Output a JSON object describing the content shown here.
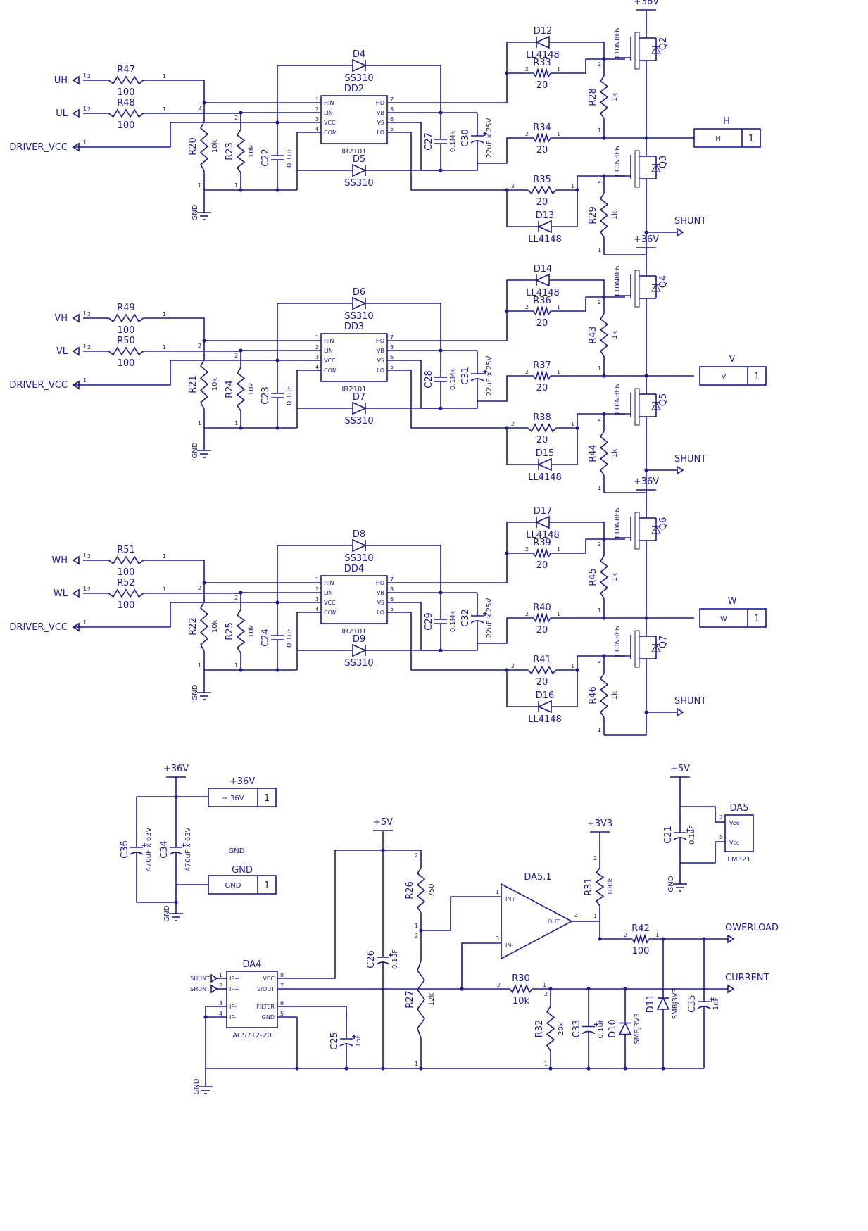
{
  "nets": {
    "uh": "UH",
    "ul": "UL",
    "vh": "VH",
    "vl": "VL",
    "wh": "WH",
    "wl": "WL",
    "driver_vcc": "DRIVER_VCC",
    "gnd": "GND",
    "shunt": "SHUNT",
    "v36": "+36V",
    "v5": "+5V",
    "v3v3": "+3V3",
    "overload": "OWERLOAD",
    "current": "CURRENT"
  },
  "stages": [
    {
      "r_hi": {
        "ref": "R47",
        "val": "100"
      },
      "r_lo": {
        "ref": "R48",
        "val": "100"
      },
      "r_pd1": {
        "ref": "R20",
        "val": "10k"
      },
      "r_pd2": {
        "ref": "R23",
        "val": "10k"
      },
      "c_vcc": {
        "ref": "C22",
        "val": "0.1uF"
      },
      "d_boot": {
        "ref": "D4",
        "val": "SS310"
      },
      "d_lo": {
        "ref": "D5",
        "val": "SS310"
      },
      "ic": {
        "ref": "DD2",
        "val": "IR2101"
      },
      "c_b1": {
        "ref": "C27",
        "val": "0.1Mk"
      },
      "c_b2": {
        "ref": "C30",
        "val": "22uF x 25V"
      },
      "d_hg": {
        "ref": "D12",
        "val": "LL4148"
      },
      "r_hg": {
        "ref": "R33",
        "val": "20"
      },
      "r_out": {
        "ref": "R34",
        "val": "20"
      },
      "r_lg": {
        "ref": "R35",
        "val": "20"
      },
      "d_lg": {
        "ref": "D13",
        "val": "LL4148"
      },
      "r_pgh": {
        "ref": "R28",
        "val": "1k"
      },
      "r_pgl": {
        "ref": "R29",
        "val": "1k"
      },
      "q_hi": {
        "ref": "Q2",
        "val": "110N8F6"
      },
      "q_lo": {
        "ref": "Q3",
        "val": "110N8F6"
      },
      "conn": {
        "ref": "H",
        "label": "H",
        "pin": "1"
      }
    },
    {
      "r_hi": {
        "ref": "R49",
        "val": "100"
      },
      "r_lo": {
        "ref": "R50",
        "val": "100"
      },
      "r_pd1": {
        "ref": "R21",
        "val": "10k"
      },
      "r_pd2": {
        "ref": "R24",
        "val": "10k"
      },
      "c_vcc": {
        "ref": "C23",
        "val": "0.1uF"
      },
      "d_boot": {
        "ref": "D6",
        "val": "SS310"
      },
      "d_lo": {
        "ref": "D7",
        "val": "SS310"
      },
      "ic": {
        "ref": "DD3",
        "val": "IR2101"
      },
      "c_b1": {
        "ref": "C28",
        "val": "0.1Mk"
      },
      "c_b2": {
        "ref": "C31",
        "val": "22uF x 25V"
      },
      "d_hg": {
        "ref": "D14",
        "val": "LL4148"
      },
      "r_hg": {
        "ref": "R36",
        "val": "20"
      },
      "r_out": {
        "ref": "R37",
        "val": "20"
      },
      "r_lg": {
        "ref": "R38",
        "val": "20"
      },
      "d_lg": {
        "ref": "D15",
        "val": "LL4148"
      },
      "r_pgh": {
        "ref": "R43",
        "val": "1k"
      },
      "r_pgl": {
        "ref": "R44",
        "val": "1k"
      },
      "q_hi": {
        "ref": "Q4",
        "val": "110N8F6"
      },
      "q_lo": {
        "ref": "Q5",
        "val": "110N8F6"
      },
      "conn": {
        "ref": "V",
        "label": "V",
        "pin": "1"
      }
    },
    {
      "r_hi": {
        "ref": "R51",
        "val": "100"
      },
      "r_lo": {
        "ref": "R52",
        "val": "100"
      },
      "r_pd1": {
        "ref": "R22",
        "val": "10k"
      },
      "r_pd2": {
        "ref": "R25",
        "val": "10k"
      },
      "c_vcc": {
        "ref": "C24",
        "val": "0.1uF"
      },
      "d_boot": {
        "ref": "D8",
        "val": "SS310"
      },
      "d_lo": {
        "ref": "D9",
        "val": "SS310"
      },
      "ic": {
        "ref": "DD4",
        "val": "IR2101"
      },
      "c_b1": {
        "ref": "C29",
        "val": "0.1Mk"
      },
      "c_b2": {
        "ref": "C32",
        "val": "22uF x 25V"
      },
      "d_hg": {
        "ref": "D17",
        "val": "LL4148"
      },
      "r_hg": {
        "ref": "R39",
        "val": "20"
      },
      "r_out": {
        "ref": "R40",
        "val": "20"
      },
      "r_lg": {
        "ref": "R41",
        "val": "20"
      },
      "d_lg": {
        "ref": "D16",
        "val": "LL4148"
      },
      "r_pgh": {
        "ref": "R45",
        "val": "1k"
      },
      "r_pgl": {
        "ref": "R46",
        "val": "1k"
      },
      "q_hi": {
        "ref": "Q6",
        "val": "110N8F6"
      },
      "q_lo": {
        "ref": "Q7",
        "val": "110N8F6"
      },
      "conn": {
        "ref": "W",
        "label": "W",
        "pin": "1"
      }
    }
  ],
  "ir2101_pins": [
    "HIN",
    "LIN",
    "VCC",
    "COM",
    "HO",
    "VB",
    "VS",
    "LO"
  ],
  "power": {
    "c36": {
      "ref": "C36",
      "val": "470uF x 63V"
    },
    "c34": {
      "ref": "C34",
      "val": "470uF x 63V"
    },
    "conn36": {
      "ref": "+36V",
      "label": "+ 36V",
      "pin": "1"
    },
    "conngnd": {
      "ref": "GND",
      "label": "GND",
      "pin": "1"
    },
    "gnd_text": "GND"
  },
  "sense": {
    "da4": {
      "ref": "DA4",
      "val": "ACS712-20",
      "pins": [
        "IP+",
        "IP+",
        "IP-",
        "IP-",
        "VCC",
        "VIOUT",
        "FILTER",
        "GND"
      ]
    },
    "da5": {
      "ref": "DA5",
      "val": "LM321",
      "pins": [
        "Vee",
        "Vcc"
      ]
    },
    "da51": {
      "ref": "DA5.1",
      "in_p": "IN+",
      "in_n": "IN-",
      "out": "OUT"
    },
    "r26": {
      "ref": "R26",
      "val": "750"
    },
    "r27": {
      "ref": "R27",
      "val": "12k"
    },
    "r30": {
      "ref": "R30",
      "val": "10k"
    },
    "r31": {
      "ref": "R31",
      "val": "100k"
    },
    "r32": {
      "ref": "R32",
      "val": "20k"
    },
    "r42": {
      "ref": "R42",
      "val": "100"
    },
    "c21": {
      "ref": "C21",
      "val": "0.1uF"
    },
    "c25": {
      "ref": "C25",
      "val": "1nF"
    },
    "c26": {
      "ref": "C26",
      "val": "0.1uF"
    },
    "c33": {
      "ref": "C33",
      "val": "0.1uF"
    },
    "c35": {
      "ref": "C35",
      "val": "1nF"
    },
    "d10": {
      "ref": "D10",
      "val": "SMBJ3V3"
    },
    "d11": {
      "ref": "D11",
      "val": "SMBJ3V3"
    }
  }
}
